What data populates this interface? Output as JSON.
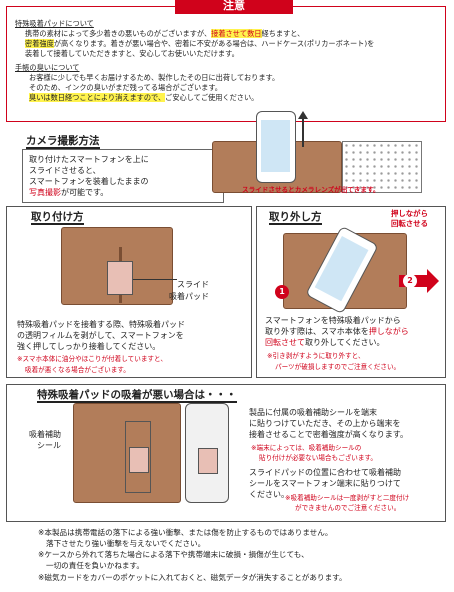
{
  "notice": {
    "title": "注意",
    "head1": "特殊吸着パッドについて",
    "l1a": "携帯の素材によって多少着きの悪いものがございますが、",
    "l1b": "接着させて数日",
    "l1c": "経ちますと、",
    "l2a": "密着強度",
    "l2b": "が高くなります。着きが悪い場合や、密着に不安がある場合は、ハードケース(ポリカーボネート)を",
    "l3": "装着して接着していただきますと、安心してお使いいただけます。",
    "head2": "手帳の臭いについて",
    "l4": "お客様に少しでも早くお届けするため、製作したその日に出荷しております。",
    "l5": "そのため、インクの臭いがまだ残ってる場合がございます。",
    "l6a": "臭いは数日経つことにより消えますので、",
    "l6b": "ご安心してご使用ください。"
  },
  "camera": {
    "title": "カメラ撮影方法",
    "t1": "取り付けたスマートフォンを上に",
    "t2": "スライドさせると、",
    "t3": "スマートフォンを装着したままの",
    "t4a": "写真撮影",
    "t4b": "が可能です。",
    "caption": "スライドさせるとカメラレンズが出てきます。"
  },
  "attach": {
    "title": "取り付け方",
    "pad_label_1": "スライド",
    "pad_label_2": "吸着パッド",
    "t1": "特殊吸着パッドを接着する際、特殊吸着パッド",
    "t2": "の透明フィルムを剥がして、スマートフォンを",
    "t3": "強く押してしっかり接着してください。",
    "w1": "※スマホ本体に油分やほこりが付着していますと、",
    "w2": "吸着が悪くなる場合がございます。"
  },
  "remove": {
    "title": "取り外し方",
    "press_1": "押しながら",
    "press_2": "回転させる",
    "badge_1": "1",
    "badge_2": "2",
    "t1": "スマートフォンを特殊吸着パッドから",
    "t2a": "取り外す際は、スマホ本体を",
    "t2b": "押しながら",
    "t3a": "回転させて",
    "t3b": "取り外してください。",
    "w1": "※引き剥がすように取り外すと、",
    "w2": "パーツが破損しますのでご注意ください。"
  },
  "weak": {
    "title": "特殊吸着パッドの吸着が悪い場合は・・・",
    "label_1": "吸着補助",
    "label_2": "シール",
    "t1": "製品に付属の吸着補助シールを端末",
    "t2": "に貼りつけていただき、その上から端末を",
    "t3": "接着させることで密着強度が高くなります。",
    "w1": "※端末によっては、吸着補助シールの",
    "w2": "貼り付けが必要ない場合もございます。",
    "t4": "スライドパッドの位置に合わせて吸着補助",
    "t5": "シールをスマートフォン端末に貼りつけて",
    "t6": "ください。",
    "w3": "※吸着補助シールは一度剥がすと二度付け",
    "w4": "ができませんのでご注意ください。"
  },
  "footer": {
    "n1": "※本製品は携帯電話の落下による強い衝撃、または傷を防止するものではありません。",
    "n1b": "落下させたり強い衝撃を与えないでください。",
    "n2": "※ケースから外れて落ちた場合による落下や携帯端末に破損・損傷が生じても、",
    "n2b": "一切の責任を負いかねます。",
    "n3": "※磁気カードをカバーのポケットに入れておくと、磁気データが消失することがあります。"
  }
}
